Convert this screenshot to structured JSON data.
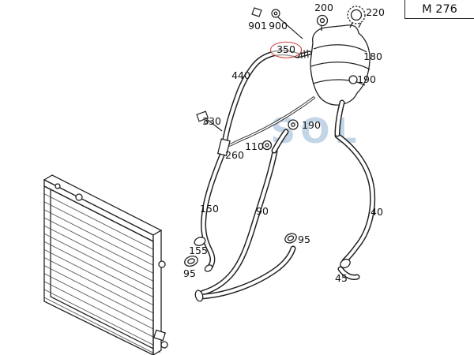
{
  "diagram": {
    "engine_code": "M 276",
    "watermark_text": "SOL"
  },
  "part_labels": {
    "p901": "901",
    "p900": "900",
    "p200": "200",
    "p220": "220",
    "p180": "180",
    "p190_tank": "190",
    "p350": "350",
    "p440": "440",
    "p330": "330",
    "p110": "110",
    "p260": "260",
    "p190_pipe": "190",
    "p150": "150",
    "p90": "90",
    "p40": "40",
    "p155": "155",
    "p95_left": "95",
    "p95_mid": "95",
    "p45": "45"
  },
  "colors": {
    "highlight_circle": "#cf3a30",
    "watermark": "#b9cfe3",
    "line": "#222222"
  }
}
